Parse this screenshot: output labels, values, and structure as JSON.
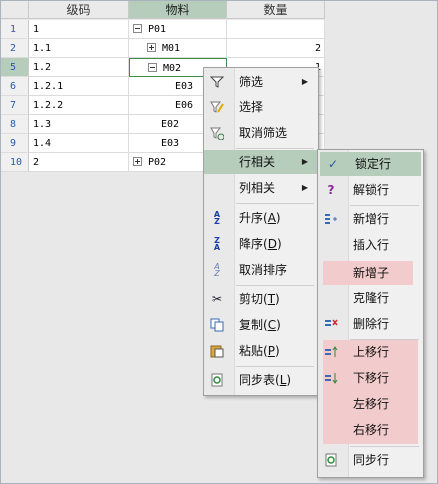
{
  "columns": [
    "级码",
    "物料",
    "数量"
  ],
  "rows": [
    {
      "num": "1",
      "code": "1",
      "item": "P01",
      "toggle": "minus",
      "indent": 0,
      "qty": ""
    },
    {
      "num": "2",
      "code": "1.1",
      "item": "M01",
      "toggle": "plus",
      "indent": 1,
      "qty": "2"
    },
    {
      "num": "5",
      "code": "1.2",
      "item": "M02",
      "toggle": "minus",
      "indent": 1,
      "qty": "1"
    },
    {
      "num": "6",
      "code": "1.2.1",
      "item": "E03",
      "toggle": "",
      "indent": 3,
      "qty": ""
    },
    {
      "num": "7",
      "code": "1.2.2",
      "item": "E06",
      "toggle": "",
      "indent": 3,
      "qty": ""
    },
    {
      "num": "8",
      "code": "1.3",
      "item": "E02",
      "toggle": "",
      "indent": 2,
      "qty": ""
    },
    {
      "num": "9",
      "code": "1.4",
      "item": "E03",
      "toggle": "",
      "indent": 2,
      "qty": ""
    },
    {
      "num": "10",
      "code": "2",
      "item": "P02",
      "toggle": "plus",
      "indent": 0,
      "qty": ""
    }
  ],
  "context_menu": {
    "filter": "筛选",
    "select": "选择",
    "unfilter": "取消筛选",
    "row_related": "行相关",
    "col_related": "列相关",
    "sort_asc": "升序",
    "sort_asc_key": "A",
    "sort_desc": "降序",
    "sort_desc_key": "D",
    "unsort": "取消排序",
    "cut": "剪切",
    "cut_key": "T",
    "copy": "复制",
    "copy_key": "C",
    "paste": "粘贴",
    "paste_key": "P",
    "sync_table": "同步表",
    "sync_table_key": "L"
  },
  "row_submenu": {
    "lock_row": "锁定行",
    "unlock_row": "解锁行",
    "new_row": "新增行",
    "insert_row": "插入行",
    "new_child": "新增子",
    "clone_row": "克隆行",
    "delete_row": "删除行",
    "move_up": "上移行",
    "move_down": "下移行",
    "move_left": "左移行",
    "move_right": "右移行",
    "sync_row": "同步行"
  },
  "icons": {
    "filter": "funnel-icon",
    "select": "select-wand-icon",
    "unfilter": "clear-filter-icon",
    "sort_asc": "sort-ascending-icon",
    "sort_desc": "sort-descending-icon",
    "unsort": "clear-sort-icon",
    "cut": "scissors-icon",
    "copy": "copy-icon",
    "paste": "paste-icon",
    "sync_table": "sync-table-icon",
    "lock_row": "checkmark-icon",
    "unlock_row": "question-icon",
    "new_row": "add-row-icon",
    "delete_row": "delete-row-icon",
    "move_up": "move-up-icon",
    "move_down": "move-down-icon",
    "sync_row": "sync-row-icon"
  },
  "colors": {
    "selection": "#b6cdbb",
    "highlight": "#f2cccc",
    "row_number": "#2a5aa8",
    "active_border": "#3c8f4a"
  }
}
